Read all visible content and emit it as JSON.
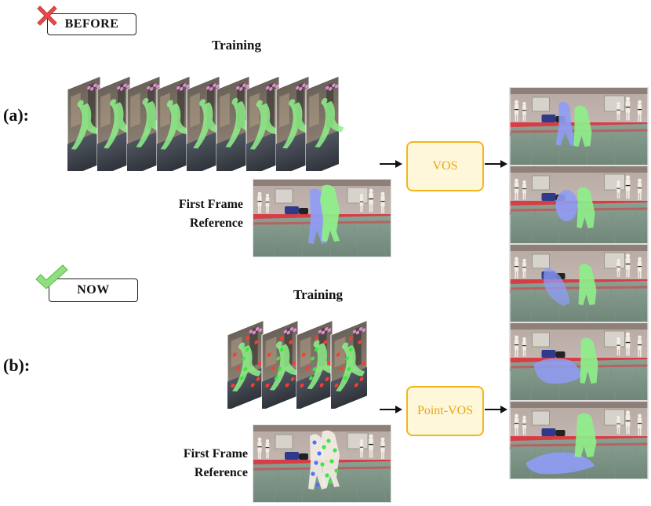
{
  "before": {
    "badge": "BEFORE",
    "row_label": "(a):",
    "training": "Training",
    "ref_line1": "First Frame",
    "ref_line2": "Reference",
    "module": "VOS"
  },
  "now": {
    "badge": "NOW",
    "row_label": "(b):",
    "training": "Training",
    "ref_line1": "First Frame",
    "ref_line2": "Reference",
    "module": "Point-VOS"
  },
  "colors": {
    "module_border": "#f2b51e",
    "module_fill": "#fff7d9",
    "module_text": "#e6a817",
    "mask_green": "#8ef08a",
    "mask_blue": "#8f9cf5",
    "cross_red": "#e84a4a",
    "check_green": "#7ad66a",
    "point_red": "#ff3b2f",
    "point_green": "#3ee83e"
  },
  "icons": [
    "cross-icon",
    "check-icon",
    "arrow-right-icon"
  ]
}
